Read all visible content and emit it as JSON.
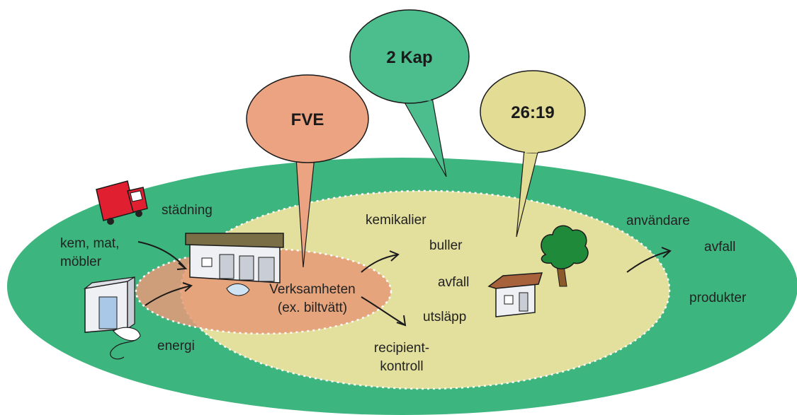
{
  "colors": {
    "outer_zone": "#3db57e",
    "middle_zone": "#e3df9d",
    "inner_zone": "#e69a78",
    "bubble_fve": "#eba382",
    "bubble_kap": "#4cbe8e",
    "bubble_2619": "#e2dc95",
    "dashed_border": "#ffffff",
    "truck_red": "#e02030",
    "roof_brown": "#a7623c",
    "building_roof": "#7a6e46",
    "tree_green": "#1f8a3a"
  },
  "bubbles": {
    "fve": "FVE",
    "kap": "2 Kap",
    "section": "26:19"
  },
  "labels": {
    "stadning": "städning",
    "kem_mat_mobler": [
      "kem, mat,",
      "möbler"
    ],
    "energi": "energi",
    "verksamheten": [
      "Verksamheten",
      "(ex. biltvätt)"
    ],
    "kemikalier": "kemikalier",
    "buller": "buller",
    "avfall_middle": "avfall",
    "utslapp": "utsläpp",
    "recipientkontroll": [
      "recipient-",
      "kontroll"
    ],
    "anvandare": "användare",
    "avfall_outer": "avfall",
    "produkter": "produkter"
  },
  "icons": {
    "truck": "delivery-truck-icon",
    "facility": "car-wash-building-icon",
    "power": "power-plant-icon",
    "house": "house-icon",
    "tree": "tree-icon"
  }
}
